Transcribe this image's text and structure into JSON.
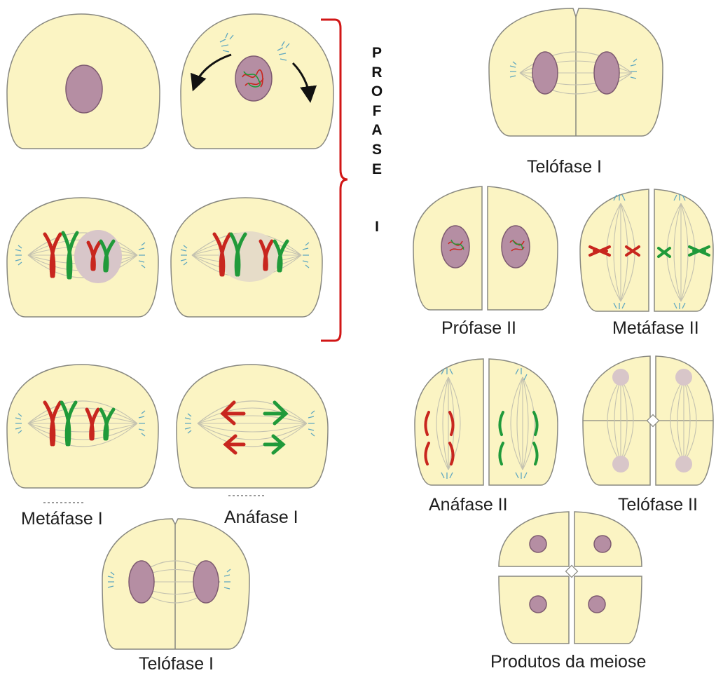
{
  "labels": {
    "telofase_i_top": "Telófase I",
    "profase_ii": "Prófase II",
    "metafase_ii": "Metáfase II",
    "anafase_ii": "Anáfase II",
    "telofase_ii": "Telófase II",
    "metafase_i": "Metáfase I",
    "anafase_i": "Anáfase I",
    "telofase_i_bottom": "Telófase I",
    "produtos": "Produtos da meiose"
  },
  "profase_letters": [
    "P",
    "R",
    "O",
    "F",
    "A",
    "S",
    "E",
    "",
    "",
    "I"
  ],
  "colors": {
    "cell_fill": "#fbf4c3",
    "cell_stroke": "#888880",
    "nucleus": "#b58ea3",
    "nucleus_light": "#d8c6c9",
    "spindle": "#c4c2b0",
    "chromosome_red": "#c8261e",
    "chromosome_green": "#209a3a",
    "centrosome": "#5fa7c0",
    "bracket": "#d11616"
  }
}
